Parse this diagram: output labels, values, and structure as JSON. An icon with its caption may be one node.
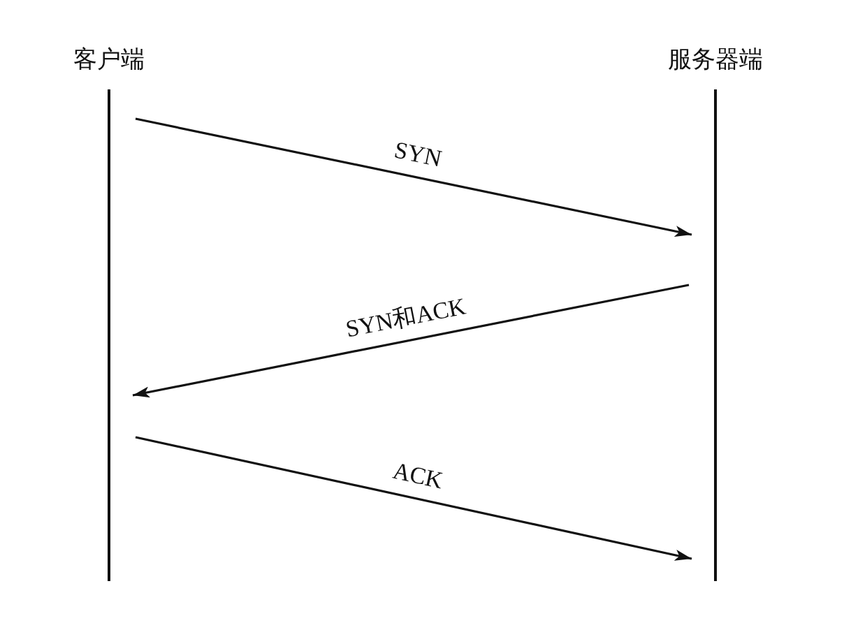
{
  "diagram": {
    "nodes": [
      {
        "text": [
          "客户端"
        ]
      },
      {
        "text": [
          "服务器端"
        ]
      }
    ],
    "edges": [
      {
        "from": 0,
        "to": 1,
        "arrow": "to",
        "label": "SYN"
      },
      {
        "from": 1,
        "to": 0,
        "arrow": "to",
        "label": "SYN和ACK"
      },
      {
        "from": 0,
        "to": 1,
        "arrow": "to",
        "label": "ACK"
      }
    ]
  }
}
